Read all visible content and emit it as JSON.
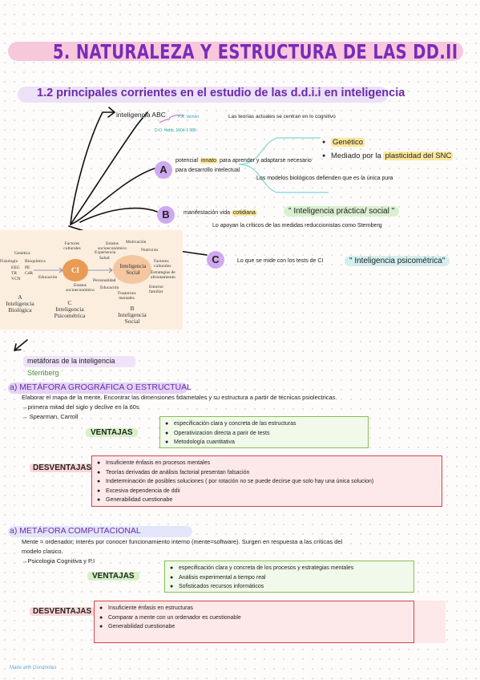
{
  "title": "5. NATURALEZA Y ESTRUCTURA DE LAS DD.II",
  "subtitle": "1.2 principales corrientes en el estudio de las d.d.i.i en inteligencia",
  "abc": {
    "label": "inteligencia ABC",
    "vernon": "P.A. Vernon",
    "theory": "Las teorías actuales se centran en lo cognitivo",
    "hebb": "D.O. Hebb, 1904-1 985"
  },
  "a": {
    "letter": "A",
    "line1_pre": "potencial ",
    "line1_hl": "innato",
    "line1_post": " para aprender y adaptarse necesario",
    "line2": "para desarrollo intelectual",
    "bullets": [
      "Genético",
      "Mediado por la "
    ],
    "bullet2_hl": "plasticidad del SNC",
    "models": "Los modelos biológicos defienden que es la única pura"
  },
  "b": {
    "letter": "B",
    "line_pre": "manifestación vida ",
    "line_hl": "cotidiana",
    "quote": "\" Inteligencia práctica/ social \"",
    "support": "Lo apoyan la críticos de las medidas reduccionistas como Sternberg"
  },
  "c": {
    "letter": "C",
    "line": "Lo que se mide con los tests de CI",
    "quote": "\" Inteligencia psicométrica\""
  },
  "figure": {
    "labels_left": [
      "Genética",
      "Fisiología",
      "Bioquímica",
      "EEG",
      "PE",
      "TR",
      "CdR",
      "VCN"
    ],
    "labels_top": [
      "Factores culturales",
      "Estatus socioeconómico",
      "Motivación",
      "Salud",
      "Experiencia",
      "Nutrición"
    ],
    "labels_mid": [
      "Educación",
      "Estatus socioeconómico"
    ],
    "labels_right": [
      "Factores culturales",
      "Estrategias de afrontamiento",
      "Personalidad",
      "Educación",
      "Trastornos mentales",
      "Entorno familiar"
    ],
    "ci": "CI",
    "social": "Inteligencia Social",
    "captions": {
      "a": "A\nInteligencia\nBiológica",
      "c": "C\nInteligencia\nPsicométrica",
      "b": "B\nInteligencia\nSocial"
    }
  },
  "metaforas": {
    "title": "metáforas de la inteligencia",
    "author": "Sternberg"
  },
  "geo": {
    "title": "a) METÁFORA GROGRÁFICA O ESTRUCTUAL",
    "desc": "Elaborar el mapa de la mente. Encontrar las dimensiones fidametales y su estructura a partir de técnicas psiolectricas.",
    "line2": "→primera mitad del siglo y declive en la 60s",
    "line3": "→ Spearman, Carroll",
    "ventajas_label": "VENTAJAS",
    "ventajas": [
      "especificación clara y concreta de las estructuras",
      "Operativizacion directa a parir de tests",
      "Metodología cuantitativa"
    ],
    "desventajas_label": "DESVENTAJAS",
    "desventajas": [
      "Insuficiente énfasis en procesos mentales",
      "Teorías derivadas de análisis factorial presentan falsación",
      "Indeterminación de posibles soluciones ( por rotación no se puede decirse que solo hay una única solucion)",
      "Excesiva dependencia de ddii",
      "Generabilidad cuestionabe"
    ]
  },
  "comp": {
    "title": "a) METÁFORA COMPUTACIONAL",
    "desc": "Mente = ordenador; interés por conocer funcionamiento interno (mente=software). Surgen en respuesta a las críticas del",
    "desc2": "modelo clasico.",
    "line3": "→Psicologia Cognitiva y P.I",
    "ventajas_label": "VENTAJAS",
    "ventajas": [
      "especificación clara y concreta de los procesos y estrategias mentales",
      "Análisis experimental a tiempo real",
      "Sofisticados recursos informáticos"
    ],
    "desventajas_label": "DESVENTAJAS",
    "desventajas": [
      "Insuficiente énfasis en estructuras",
      "Comparar a mente con un ordenador es cuestionable",
      "Generabilidad cuestionabe"
    ]
  },
  "footer": "Made with Goodnotes",
  "colors": {
    "purple": "#7a2bb8",
    "pink": "#f7c8dc",
    "green_border": "#86bf52",
    "red_border": "#cf4848",
    "circle": "#cfa9f0"
  }
}
